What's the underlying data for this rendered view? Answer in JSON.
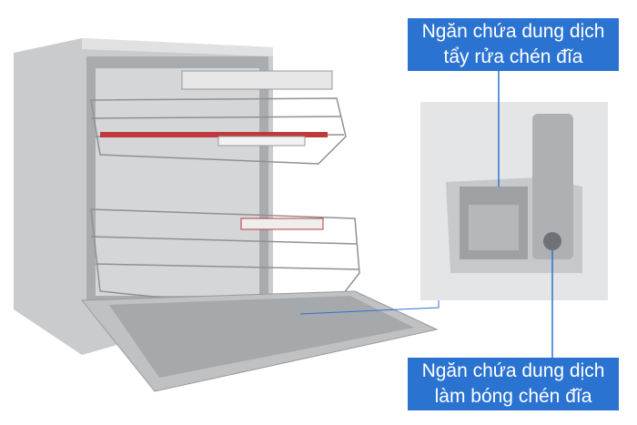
{
  "callouts": [
    {
      "line1": "Ngăn chứa dung dịch",
      "line2": "tẩy rửa chén đĩa"
    },
    {
      "line1": "Ngăn chứa dung dịch",
      "line2": "làm bóng chén đĩa"
    }
  ],
  "colors": {
    "label_bg": "#2b73d1",
    "label_text": "#ffffff",
    "leader_line": "#2b73d1"
  }
}
